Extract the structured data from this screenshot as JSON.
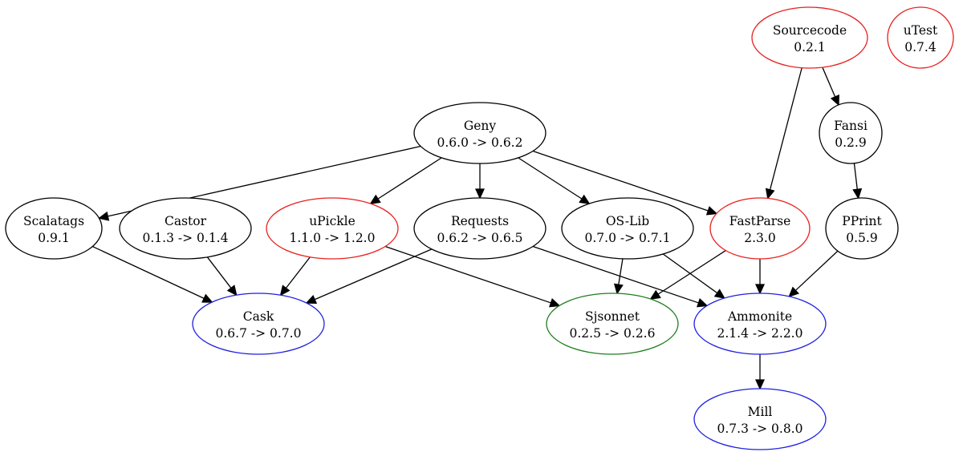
{
  "colors": {
    "black": "#000000",
    "red": "#e8201e",
    "blue": "#1f1fe0",
    "green": "#1e7d1e"
  },
  "nodes": [
    {
      "id": "sourcecode",
      "name": "Sourcecode",
      "version": "0.2.1",
      "color": "red"
    },
    {
      "id": "utest",
      "name": "uTest",
      "version": "0.7.4",
      "color": "red"
    },
    {
      "id": "geny",
      "name": "Geny",
      "version": "0.6.0 -> 0.6.2",
      "color": "black"
    },
    {
      "id": "fansi",
      "name": "Fansi",
      "version": "0.2.9",
      "color": "black"
    },
    {
      "id": "scalatags",
      "name": "Scalatags",
      "version": "0.9.1",
      "color": "black"
    },
    {
      "id": "castor",
      "name": "Castor",
      "version": "0.1.3 -> 0.1.4",
      "color": "black"
    },
    {
      "id": "upickle",
      "name": "uPickle",
      "version": "1.1.0 -> 1.2.0",
      "color": "red"
    },
    {
      "id": "requests",
      "name": "Requests",
      "version": "0.6.2 -> 0.6.5",
      "color": "black"
    },
    {
      "id": "oslib",
      "name": "OS-Lib",
      "version": "0.7.0 -> 0.7.1",
      "color": "black"
    },
    {
      "id": "fastparse",
      "name": "FastParse",
      "version": "2.3.0",
      "color": "red"
    },
    {
      "id": "pprint",
      "name": "PPrint",
      "version": "0.5.9",
      "color": "black"
    },
    {
      "id": "cask",
      "name": "Cask",
      "version": "0.6.7 -> 0.7.0",
      "color": "blue"
    },
    {
      "id": "sjsonnet",
      "name": "Sjsonnet",
      "version": "0.2.5 -> 0.2.6",
      "color": "green"
    },
    {
      "id": "ammonite",
      "name": "Ammonite",
      "version": "2.1.4 -> 2.2.0",
      "color": "blue"
    },
    {
      "id": "mill",
      "name": "Mill",
      "version": "0.7.3 -> 0.8.0",
      "color": "blue"
    }
  ],
  "edges": [
    {
      "from": "sourcecode",
      "to": "fastparse"
    },
    {
      "from": "sourcecode",
      "to": "fansi"
    },
    {
      "from": "fansi",
      "to": "pprint"
    },
    {
      "from": "geny",
      "to": "scalatags"
    },
    {
      "from": "geny",
      "to": "upickle"
    },
    {
      "from": "geny",
      "to": "requests"
    },
    {
      "from": "geny",
      "to": "oslib"
    },
    {
      "from": "geny",
      "to": "fastparse"
    },
    {
      "from": "scalatags",
      "to": "cask"
    },
    {
      "from": "castor",
      "to": "cask"
    },
    {
      "from": "upickle",
      "to": "cask"
    },
    {
      "from": "upickle",
      "to": "sjsonnet"
    },
    {
      "from": "requests",
      "to": "cask"
    },
    {
      "from": "requests",
      "to": "ammonite"
    },
    {
      "from": "oslib",
      "to": "sjsonnet"
    },
    {
      "from": "oslib",
      "to": "ammonite"
    },
    {
      "from": "fastparse",
      "to": "sjsonnet"
    },
    {
      "from": "fastparse",
      "to": "ammonite"
    },
    {
      "from": "pprint",
      "to": "ammonite"
    },
    {
      "from": "ammonite",
      "to": "mill"
    }
  ]
}
